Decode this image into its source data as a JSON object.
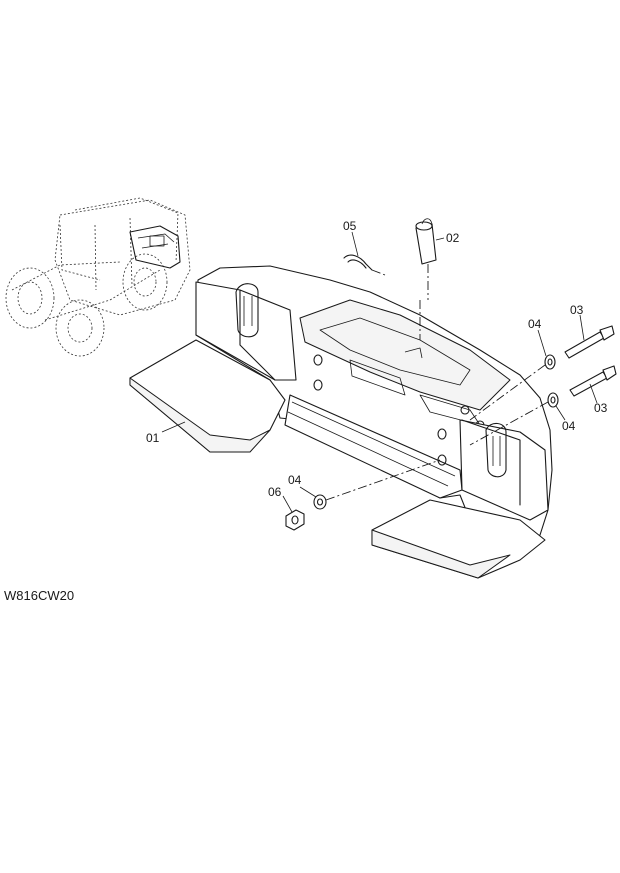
{
  "drawing": {
    "code": "W816CW20"
  },
  "callouts": [
    {
      "id": "label-01",
      "text": "01"
    },
    {
      "id": "label-02",
      "text": "02"
    },
    {
      "id": "label-03a",
      "text": "03"
    },
    {
      "id": "label-03b",
      "text": "03"
    },
    {
      "id": "label-04a",
      "text": "04"
    },
    {
      "id": "label-04b",
      "text": "04"
    },
    {
      "id": "label-04c",
      "text": "04"
    },
    {
      "id": "label-05",
      "text": "05"
    },
    {
      "id": "label-06",
      "text": "06"
    }
  ]
}
